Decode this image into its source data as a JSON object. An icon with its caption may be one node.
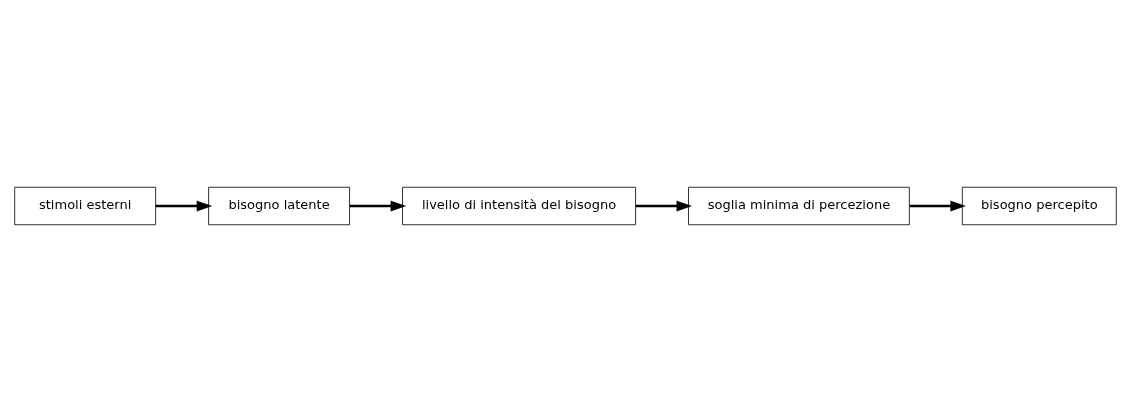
{
  "diagram": {
    "nodes": [
      {
        "text": [
          "livello di intensità del bisogno"
        ]
      },
      {
        "text": [
          "soglia minima di percezione"
        ]
      },
      {
        "text": [
          "bisogno percepito"
        ]
      },
      {
        "text": [
          "bisogno latente"
        ]
      },
      {
        "text": [
          "stimoli esterni"
        ]
      }
    ],
    "edges": [
      {
        "from": 0,
        "to": 1,
        "arrow": "to"
      },
      {
        "from": 1,
        "to": 2,
        "arrow": "to"
      },
      {
        "from": 3,
        "to": 0,
        "arrow": "to"
      },
      {
        "from": 4,
        "to": 3,
        "arrow": "to"
      }
    ]
  }
}
